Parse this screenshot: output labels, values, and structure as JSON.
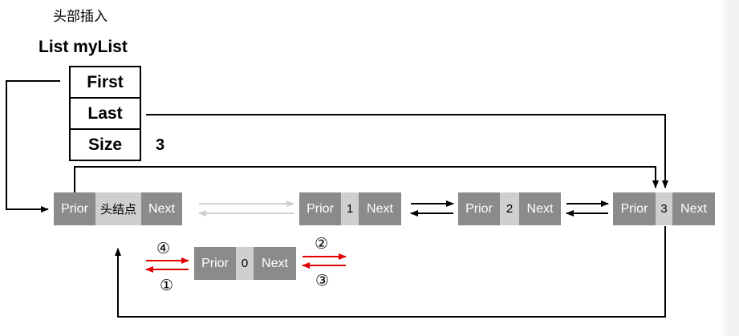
{
  "title": "头部插入",
  "list": {
    "name": "List myList",
    "fields": [
      "First",
      "Last",
      "Size"
    ],
    "size_value": "3"
  },
  "nodes": [
    {
      "prior": "Prior",
      "value": "头结点",
      "next": "Next"
    },
    {
      "prior": "Prior",
      "value": "1",
      "next": "Next"
    },
    {
      "prior": "Prior",
      "value": "2",
      "next": "Next"
    },
    {
      "prior": "Prior",
      "value": "3",
      "next": "Next"
    }
  ],
  "new_node": {
    "prior": "Prior",
    "value": "0",
    "next": "Next"
  },
  "steps": [
    "①",
    "②",
    "③",
    "④"
  ],
  "colors": {
    "node_dark": "#8b8b8b",
    "node_light": "#cfcfcf",
    "arrow": "#000000",
    "new_arrow": "#e00000",
    "old_arrow": "#d0d0d0"
  }
}
